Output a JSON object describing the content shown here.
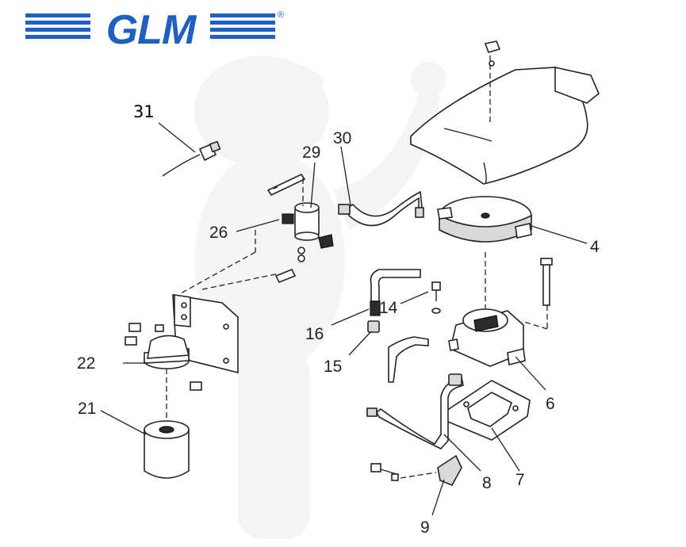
{
  "brand": {
    "logo_text": "GLM",
    "registered_mark": "®",
    "color": "#1f5fbf"
  },
  "callouts": [
    {
      "id": "31",
      "label": "31"
    },
    {
      "id": "30",
      "label": "30"
    },
    {
      "id": "29",
      "label": "29"
    },
    {
      "id": "26",
      "label": "26"
    },
    {
      "id": "4",
      "label": "4"
    },
    {
      "id": "14",
      "label": "14"
    },
    {
      "id": "16",
      "label": "16"
    },
    {
      "id": "15",
      "label": "15"
    },
    {
      "id": "22",
      "label": "22"
    },
    {
      "id": "21",
      "label": "21"
    },
    {
      "id": "6",
      "label": "6"
    },
    {
      "id": "7",
      "label": "7"
    },
    {
      "id": "8",
      "label": "8"
    },
    {
      "id": "9",
      "label": "9"
    }
  ]
}
